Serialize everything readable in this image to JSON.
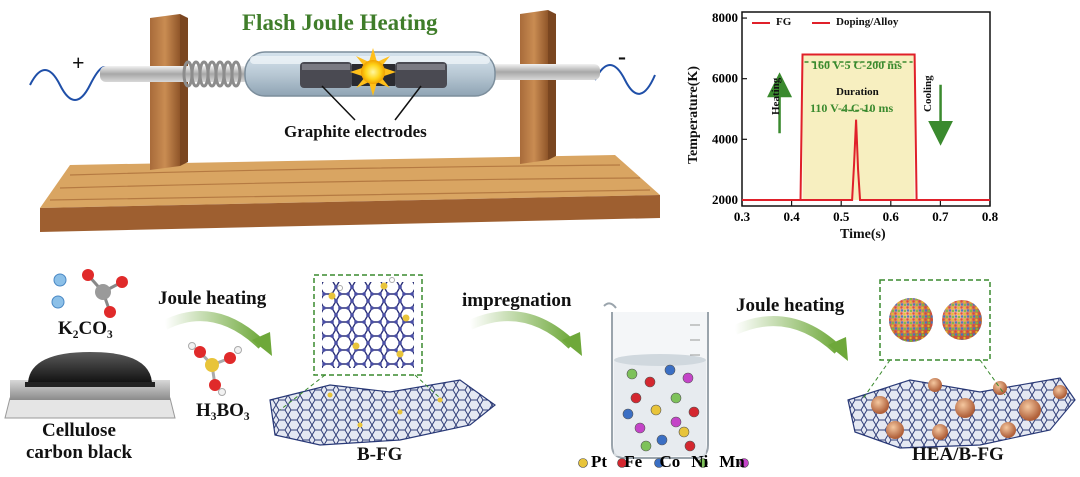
{
  "top": {
    "title": "Flash Joule Heating",
    "plus": "+",
    "minus": "-",
    "electrodes": "Graphite electrodes"
  },
  "chart_data": {
    "type": "line",
    "xlabel": "Time(s)",
    "ylabel": "Temperature(K)",
    "xlim": [
      0.3,
      0.8
    ],
    "ylim": [
      1800,
      8200
    ],
    "xticks": [
      "0.3",
      "0.4",
      "0.5",
      "0.6",
      "0.7",
      "0.8"
    ],
    "yticks": [
      "2000",
      "4000",
      "6000",
      "8000"
    ],
    "legend_position": "top-left",
    "series": [
      {
        "name": "FG",
        "color": "#e0202a",
        "x": [
          0.3,
          0.418,
          0.422,
          0.648,
          0.652,
          0.8
        ],
        "y": [
          2000,
          2000,
          6800,
          6800,
          2000,
          2000
        ]
      },
      {
        "name": "Doping/Alloy",
        "color": "#e0202a",
        "x": [
          0.3,
          0.522,
          0.526,
          0.53,
          0.534,
          0.538,
          0.8
        ],
        "y": [
          2000,
          2000,
          3200,
          4650,
          3000,
          2000,
          2000
        ]
      }
    ],
    "annotations": {
      "long": "160 V-5 C-200 ms",
      "duration": "Duration",
      "short": "110 V-4 C-10 ms",
      "heating": "Heating",
      "cooling": "Cooling"
    },
    "colors": {
      "plateau_fill": "#f7efc0",
      "arrow": "#3a8a2e"
    }
  },
  "bottom": {
    "k2co3": "K₂CO₃",
    "cellulose": "Cellulose",
    "carbon_black": "carbon black",
    "joule1": "Joule heating",
    "h3bo3": "H₃BO₃",
    "bfg": "B-FG",
    "impregnation": "impregnation",
    "joule2": "Joule heating",
    "hea": "HEA/B-FG",
    "elements": [
      {
        "name": "Pt",
        "color": "#e8c43a"
      },
      {
        "name": "Fe",
        "color": "#d4272f"
      },
      {
        "name": "Co",
        "color": "#3b6fc4"
      },
      {
        "name": "Ni",
        "color": "#7ec25a"
      },
      {
        "name": "Mn",
        "color": "#c444c8"
      }
    ]
  }
}
